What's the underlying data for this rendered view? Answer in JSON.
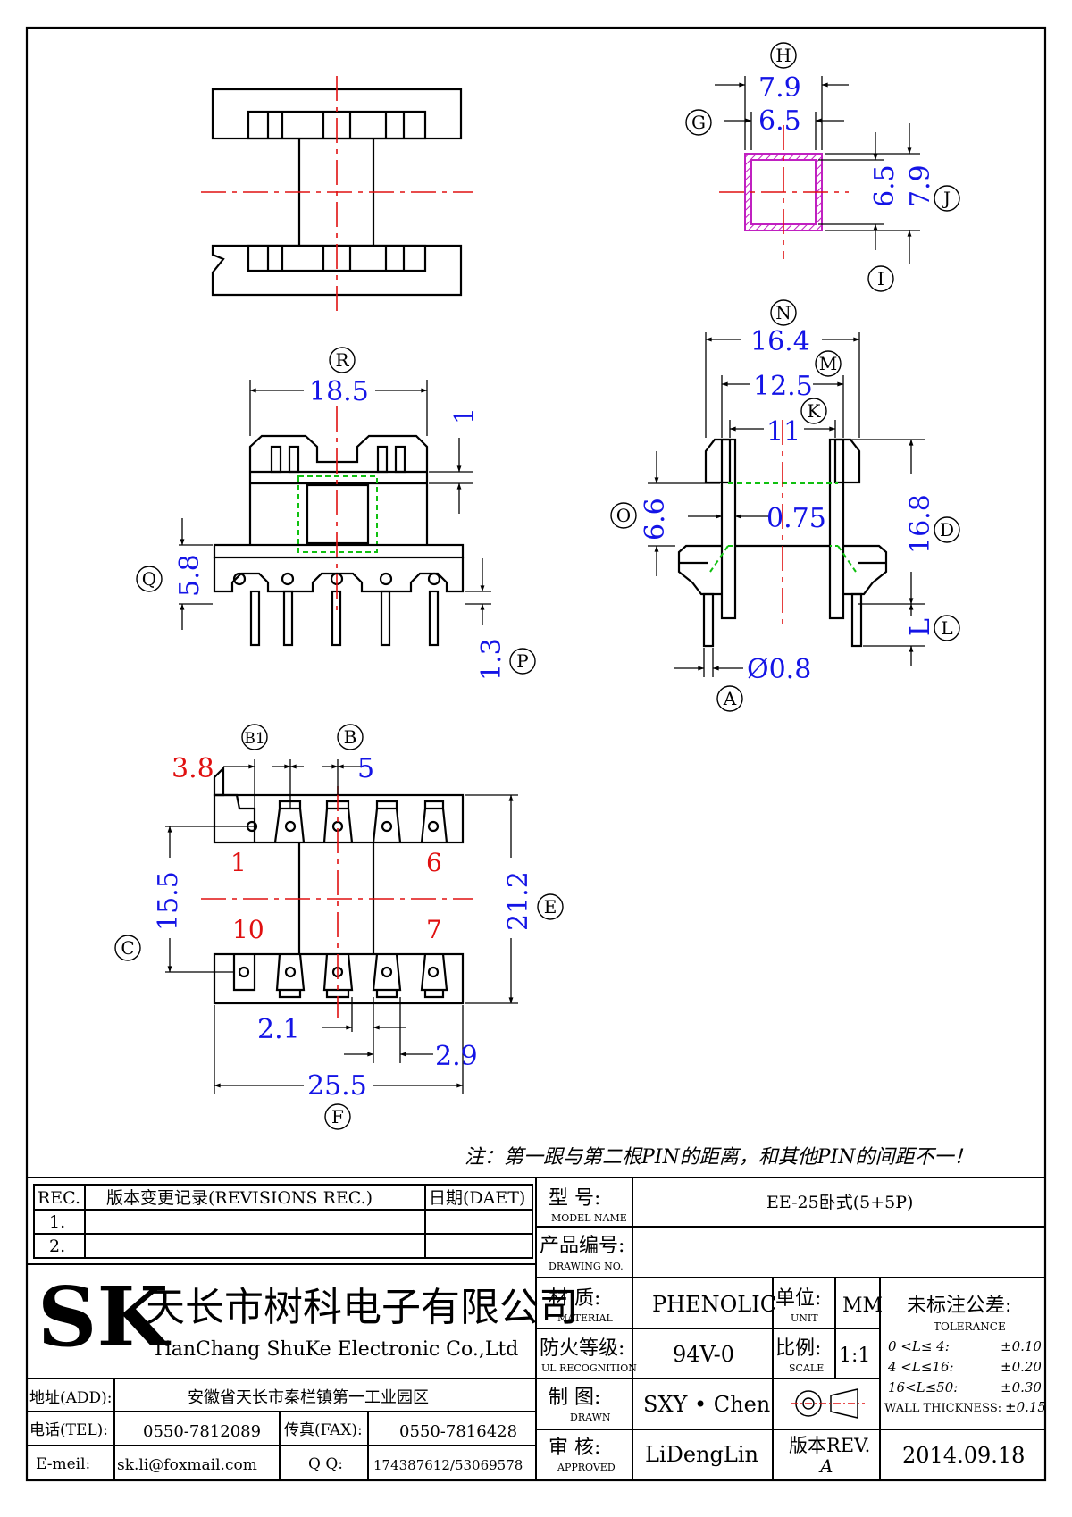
{
  "dims": {
    "H": "7.9",
    "G": "6.5",
    "J1": "6.5",
    "J2": "7.9",
    "R": "18.5",
    "R1": "1",
    "Q": "5.8",
    "P": "1.3",
    "N": "16.4",
    "M": "12.5",
    "K": "11",
    "O": "6.6",
    "O2": "0.75",
    "D": "16.8",
    "L": "L",
    "A": "Ø0.8",
    "B1": "3.8",
    "B": "5",
    "C": "15.5",
    "E": "21.2",
    "F": "25.5",
    "dim21": "2.1",
    "dim29": "2.9"
  },
  "markers": {
    "H": "H",
    "G": "G",
    "J": "J",
    "I": "I",
    "R": "R",
    "Q": "Q",
    "P": "P",
    "N": "N",
    "M": "M",
    "K": "K",
    "O": "O",
    "D": "D",
    "L": "L",
    "A": "A",
    "B1": "B1",
    "B": "B",
    "C": "C",
    "E": "E",
    "F": "F"
  },
  "pins": {
    "p1": "1",
    "p6": "6",
    "p10": "10",
    "p7": "7"
  },
  "note": "注：第一跟与第二根PIN的距离，和其他PIN的间距不一！",
  "title_block": {
    "rev_header": "REC.",
    "rev_title": "版本变更记录(REVISIONS REC.)",
    "rev_date": "日期(DAET)",
    "rev1": "1.",
    "rev2": "2.",
    "model_label": "型  号:",
    "model_label_en": "MODEL NAME",
    "model_value": "EE-25卧式(5+5P)",
    "drawing_label": "产品编号:",
    "drawing_label_en": "DRAWING NO.",
    "drawing_value": "",
    "company_cn": "天长市树科电子有限公司",
    "company_en": "TianChang ShuKe Electronic Co.,Ltd",
    "logo": "SK",
    "material_label": "材  质:",
    "material_label_en": "MATERIAL",
    "material_value": "PHENOLIC",
    "unit_label": "单位:",
    "unit_label_en": "UNIT",
    "unit_value": "MM",
    "tolerance_title": "未标注公差:",
    "tolerance_en": "TOLERANCE",
    "fire_label": "防火等级:",
    "fire_label_en": "UL RECOGNITION",
    "fire_value": "94V-0",
    "scale_label": "比例:",
    "scale_label_en": "SCALE",
    "scale_value": "1:1",
    "tol1_range": "0 <L≤ 4:",
    "tol1_val": "±0.10",
    "tol2_range": "4 <L≤16:",
    "tol2_val": "±0.20",
    "tol3_range": "16<L≤50:",
    "tol3_val": "±0.30",
    "tol4_range": "WALL THICKNESS:",
    "tol4_val": "±0.15",
    "addr_label": "地址(ADD):",
    "addr_value": "安徽省天长市秦栏镇第一工业园区",
    "drawn_label": "制  图:",
    "drawn_label_en": "DRAWN",
    "drawn_value": "SXY • Chen",
    "tel_label": "电话(TEL):",
    "tel_value": "0550-7812089",
    "fax_label": "传真(FAX):",
    "fax_value": "0550-7816428",
    "approved_label": "审  核:",
    "approved_label_en": "APPROVED",
    "approved_value": "LiDengLin",
    "rev_label": "版本REV.",
    "rev_value": "A",
    "date_value": "2014.09.18",
    "email_label": "E-meil:",
    "email_value": "sk.li@foxmail.com",
    "qq_label": "Q Q:",
    "qq_value": "174387612/53069578"
  },
  "colors": {
    "dimension": "#1414e6",
    "centerline": "#e01010",
    "hidden": "#10c010",
    "section": "#c020c0"
  }
}
